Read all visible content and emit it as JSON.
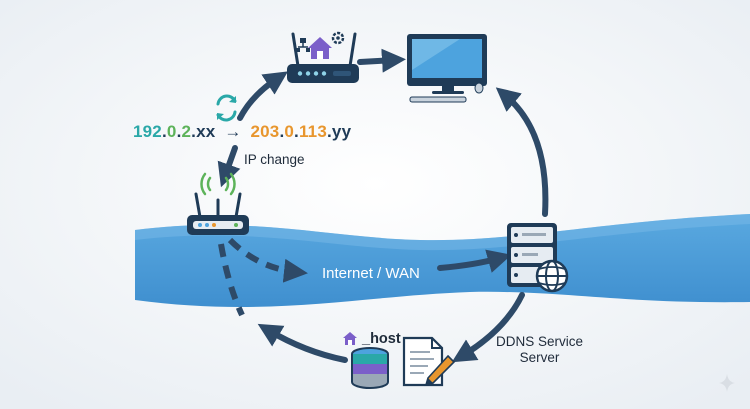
{
  "ip": {
    "old_parts": [
      "192",
      ".",
      "0",
      ".",
      "2",
      ".xx"
    ],
    "arrow": "→",
    "new_parts": [
      "203",
      ".",
      "0",
      ".",
      "113",
      ".yy"
    ]
  },
  "labels": {
    "ip_change": "IP change",
    "internet": "Internet / WAN",
    "host": "_host",
    "ddns_line1": "DDNS Service",
    "ddns_line2": "Server"
  },
  "icons": {
    "top_router": "router-with-home-icon",
    "computer": "desktop-computer-icon",
    "refresh": "refresh-icon",
    "home_router": "wifi-router-icon",
    "server": "server-with-globe-icon",
    "database": "database-icon",
    "document": "document-edit-icon"
  },
  "colors": {
    "navy": "#1f3b57",
    "arrow": "#2e4a68",
    "wave": "#4a9bd8",
    "wave_light": "#7fbde8",
    "teal": "#2aa8a8",
    "orange": "#e8962e",
    "green": "#5db35a",
    "screen": "#4da3de",
    "house": "#7b5fc9"
  }
}
